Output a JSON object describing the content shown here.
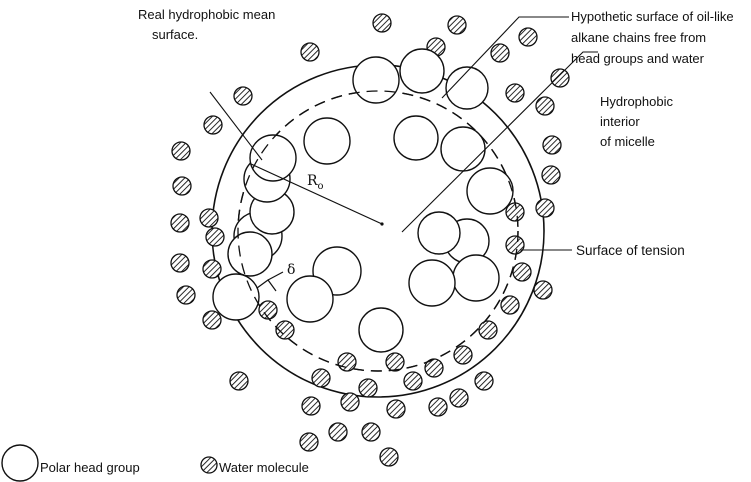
{
  "labels": {
    "real_surface_line1": "Real hydrophobic mean",
    "real_surface_line2": "surface.",
    "hypothetic_line1": "Hypothetic surface of oil-like",
    "hypothetic_line2": "alkane chains free from",
    "hypothetic_line3": "head groups and water",
    "interior_line1": "Hydrophobic",
    "interior_line2": "interior",
    "interior_line3": "of micelle",
    "tension": "Surface of tension",
    "radius_symbol": "R",
    "radius_subscript": "o",
    "delta_symbol": "δ"
  },
  "legend": {
    "polar_head_group": "Polar head group",
    "water_molecule": "Water molecule"
  },
  "colors": {
    "ink": "#111111",
    "background": "#ffffff"
  }
}
